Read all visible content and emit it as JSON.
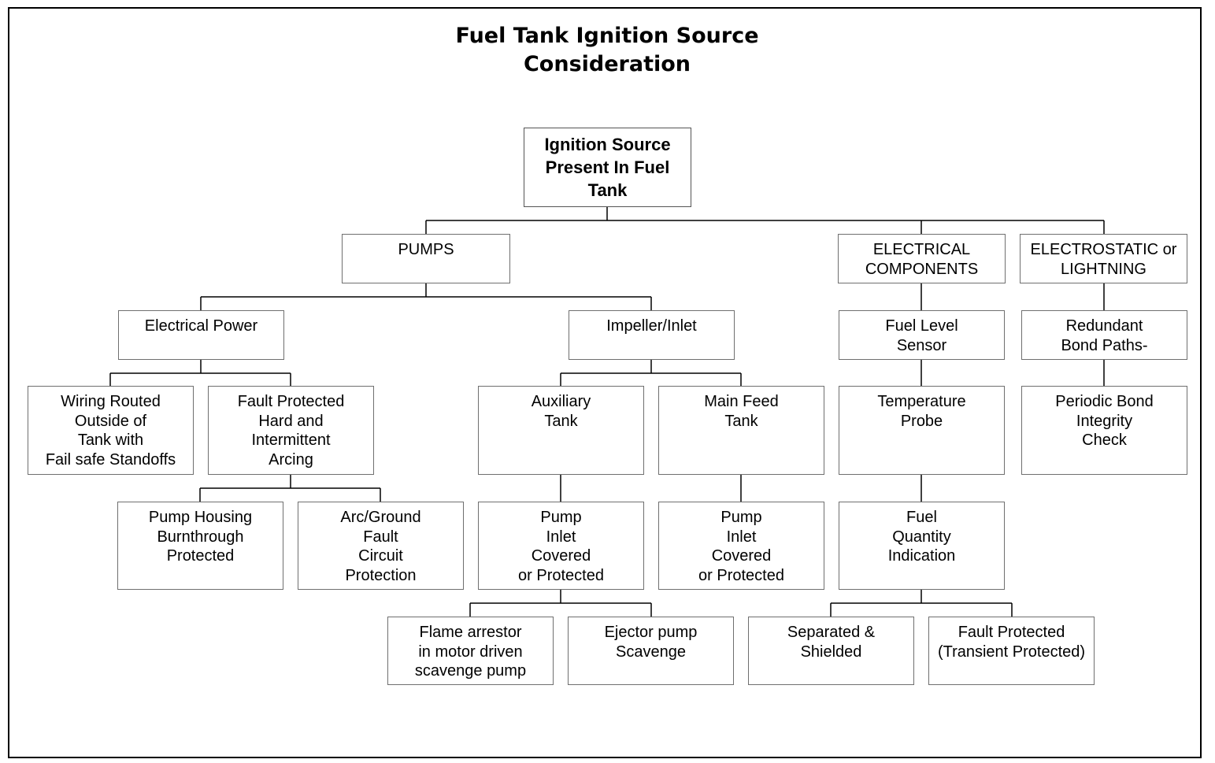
{
  "title_line1": "Fuel Tank Ignition Source",
  "title_line2": "Consideration",
  "nodes": {
    "root": "Ignition Source\nPresent In Fuel\nTank",
    "pumps": "PUMPS",
    "electrical_components": "ELECTRICAL\nCOMPONENTS",
    "electrostatic": "ELECTROSTATIC or\nLIGHTNING",
    "electrical_power": "Electrical Power",
    "impeller_inlet": "Impeller/Inlet",
    "fuel_level_sensor": "Fuel Level\nSensor",
    "redundant_bond": "Redundant\nBond Paths-",
    "wiring_routed": "Wiring Routed\nOutside of\nTank with\nFail safe Standoffs",
    "fault_protected_arcing": "Fault Protected\nHard and\nIntermittent\nArcing",
    "auxiliary_tank": "Auxiliary\nTank",
    "main_feed_tank": "Main Feed\nTank",
    "temperature_probe": "Temperature\nProbe",
    "periodic_bond": "Periodic Bond\nIntegrity\nCheck",
    "pump_housing": "Pump Housing\nBurnthrough\nProtected",
    "arc_ground": "Arc/Ground\nFault\nCircuit\nProtection",
    "pump_inlet_aux": "Pump\nInlet\nCovered\nor Protected",
    "pump_inlet_main": "Pump\nInlet\nCovered\nor Protected",
    "fuel_quantity": "Fuel\nQuantity\nIndication",
    "flame_arrestor": "Flame arrestor\nin motor driven\nscavenge pump",
    "ejector_pump": "Ejector pump\nScavenge",
    "separated_shielded": "Separated &\nShielded",
    "fault_transient": "Fault Protected\n(Transient Protected)"
  }
}
